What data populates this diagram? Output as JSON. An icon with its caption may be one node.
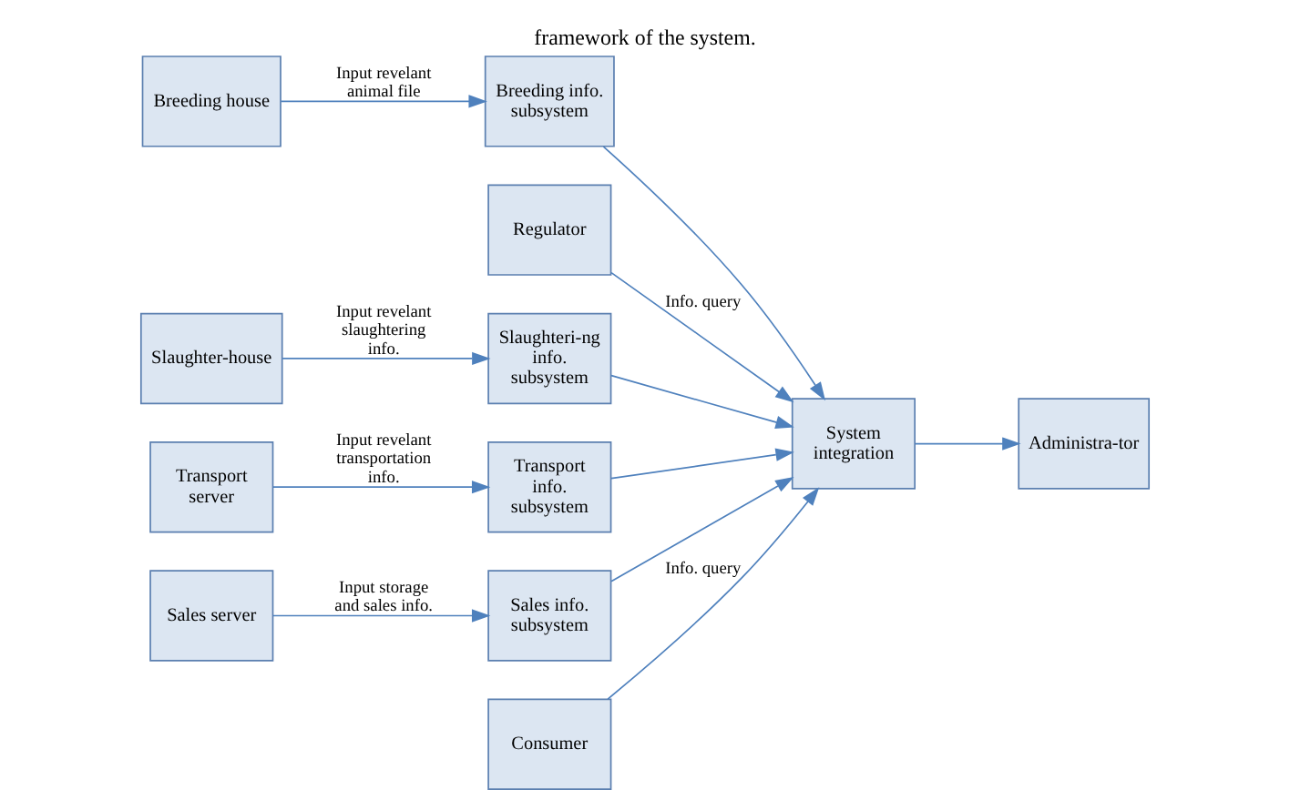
{
  "diagram": {
    "caption": "framework of the system.",
    "nodes": [
      {
        "text": [
          "Breeding house"
        ]
      },
      {
        "text": [
          "Breeding info. subsystem"
        ]
      },
      {
        "text": [
          "Regulator"
        ]
      },
      {
        "text": [
          "Slaughter-house"
        ]
      },
      {
        "text": [
          "Slaughteri-ng info. subsystem"
        ]
      },
      {
        "text": [
          "System integration"
        ]
      },
      {
        "text": [
          "Administra-tor"
        ]
      },
      {
        "text": [
          "Transport server"
        ]
      },
      {
        "text": [
          "Transport info. subsystem"
        ]
      },
      {
        "text": [
          "Sales server"
        ]
      },
      {
        "text": [
          "Sales info. subsystem"
        ]
      },
      {
        "text": [
          "Consumer"
        ]
      }
    ],
    "edges": [
      {
        "from": 0,
        "to": 1,
        "arrow": "to",
        "label": "Input revelant animal file"
      },
      {
        "from": 3,
        "to": 4,
        "arrow": "to",
        "label": "Input revelant slaughtering info."
      },
      {
        "from": 7,
        "to": 8,
        "arrow": "to",
        "label": "Input revelant transportation info."
      },
      {
        "from": 9,
        "to": 10,
        "arrow": "to",
        "label": "Input storage and sales info."
      },
      {
        "from": 1,
        "to": 5,
        "arrow": "to"
      },
      {
        "from": 4,
        "to": 5,
        "arrow": "to"
      },
      {
        "from": 8,
        "to": 5,
        "arrow": "to"
      },
      {
        "from": 10,
        "to": 5,
        "arrow": "to"
      },
      {
        "from": 2,
        "to": 5,
        "arrow": "to",
        "label": "Info. query"
      },
      {
        "from": 11,
        "to": 5,
        "arrow": "to",
        "label": "Info. query"
      },
      {
        "from": 5,
        "to": 6,
        "arrow": "to"
      }
    ]
  }
}
